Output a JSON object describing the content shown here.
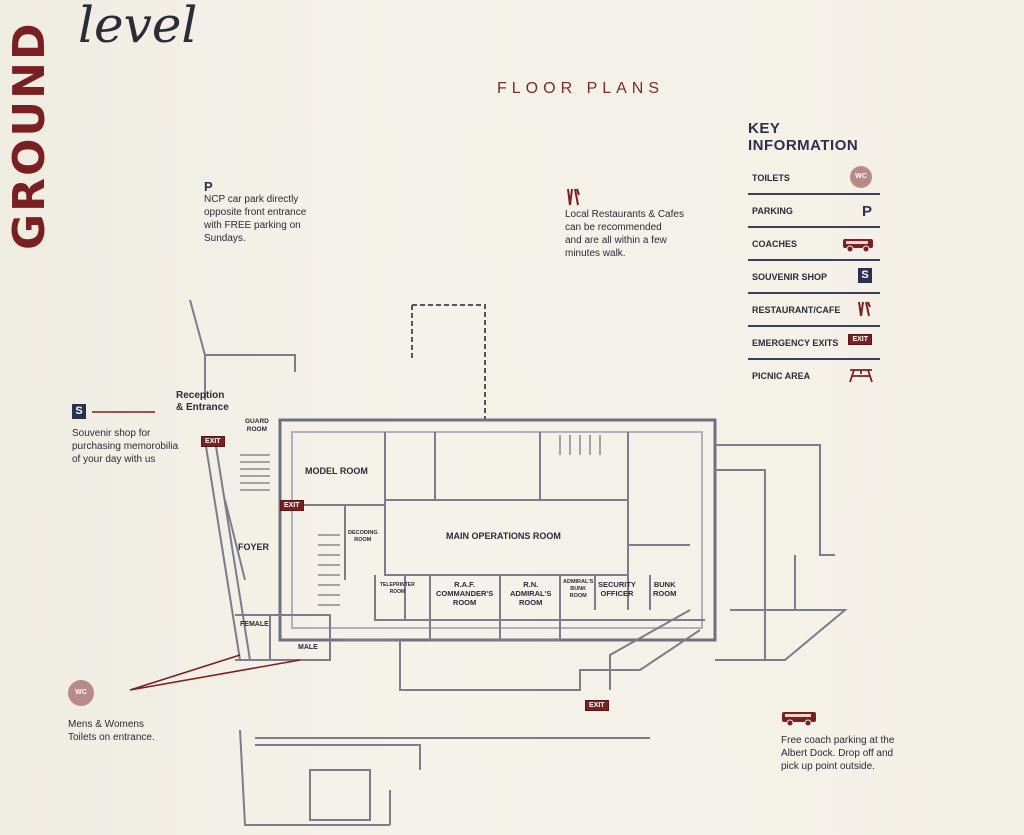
{
  "header": {
    "vertical_title": "GROUND",
    "title": "level",
    "section_label": "FLOOR PLANS"
  },
  "key": {
    "title": "KEY INFORMATION",
    "items": [
      {
        "label": "TOILETS",
        "icon": "wc-icon",
        "icon_text": "WC"
      },
      {
        "label": "PARKING",
        "icon": "parking-icon",
        "icon_text": "P"
      },
      {
        "label": "COACHES",
        "icon": "coach-icon",
        "icon_text": ""
      },
      {
        "label": "SOUVENIR SHOP",
        "icon": "shop-icon",
        "icon_text": "S"
      },
      {
        "label": "RESTAURANT/CAFE",
        "icon": "cutlery-icon",
        "icon_text": ""
      },
      {
        "label": "EMERGENCY EXITS",
        "icon": "exit-icon",
        "icon_text": "EXIT"
      },
      {
        "label": "PICNIC AREA",
        "icon": "picnic-table-icon",
        "icon_text": ""
      }
    ]
  },
  "notes": {
    "parking": {
      "symbol": "P",
      "text_lines": [
        "NCP car park directly",
        "opposite front entrance",
        "with FREE parking on",
        "Sundays."
      ]
    },
    "restaurants": {
      "text_lines": [
        "Local Restaurants & Cafes",
        "can be recommended",
        "and are all within a few",
        "minutes walk."
      ]
    },
    "souvenir": {
      "symbol": "S",
      "text_lines": [
        "Souvenir shop for",
        "purchasing memorobilia",
        "of your day with us"
      ]
    },
    "toilets": {
      "symbol": "WC",
      "text_lines": [
        "Mens & Womens",
        "Toilets on entrance."
      ]
    },
    "coach": {
      "text_lines": [
        "Free coach parking at the",
        "Albert Dock. Drop off and",
        "pick up point outside."
      ]
    }
  },
  "rooms": {
    "reception": [
      "Reception",
      "& Entrance"
    ],
    "guard_room": [
      "GUARD",
      "ROOM"
    ],
    "model_room": "MODEL ROOM",
    "main_ops": "MAIN OPERATIONS ROOM",
    "decoding": [
      "DECODING",
      "ROOM"
    ],
    "foyer": "FOYER",
    "female": "FEMALE",
    "male": "MALE",
    "teleprinter": [
      "TELEPRINTER",
      "ROOM"
    ],
    "raf": [
      "R.A.F.",
      "COMMANDER'S",
      "ROOM"
    ],
    "rn": [
      "R.N.",
      "ADMIRAL'S",
      "ROOM"
    ],
    "admiral_bunk": [
      "ADMIRAL'S",
      "BUNK",
      "ROOM"
    ],
    "security": [
      "SECURITY",
      "OFFICER"
    ],
    "bunk": [
      "BUNK",
      "ROOM"
    ]
  },
  "exit_label": "EXIT",
  "colors": {
    "accent": "#7a1f22",
    "navy": "#2a3050",
    "wall": "#8a8a98",
    "background": "#f3f0e6"
  }
}
